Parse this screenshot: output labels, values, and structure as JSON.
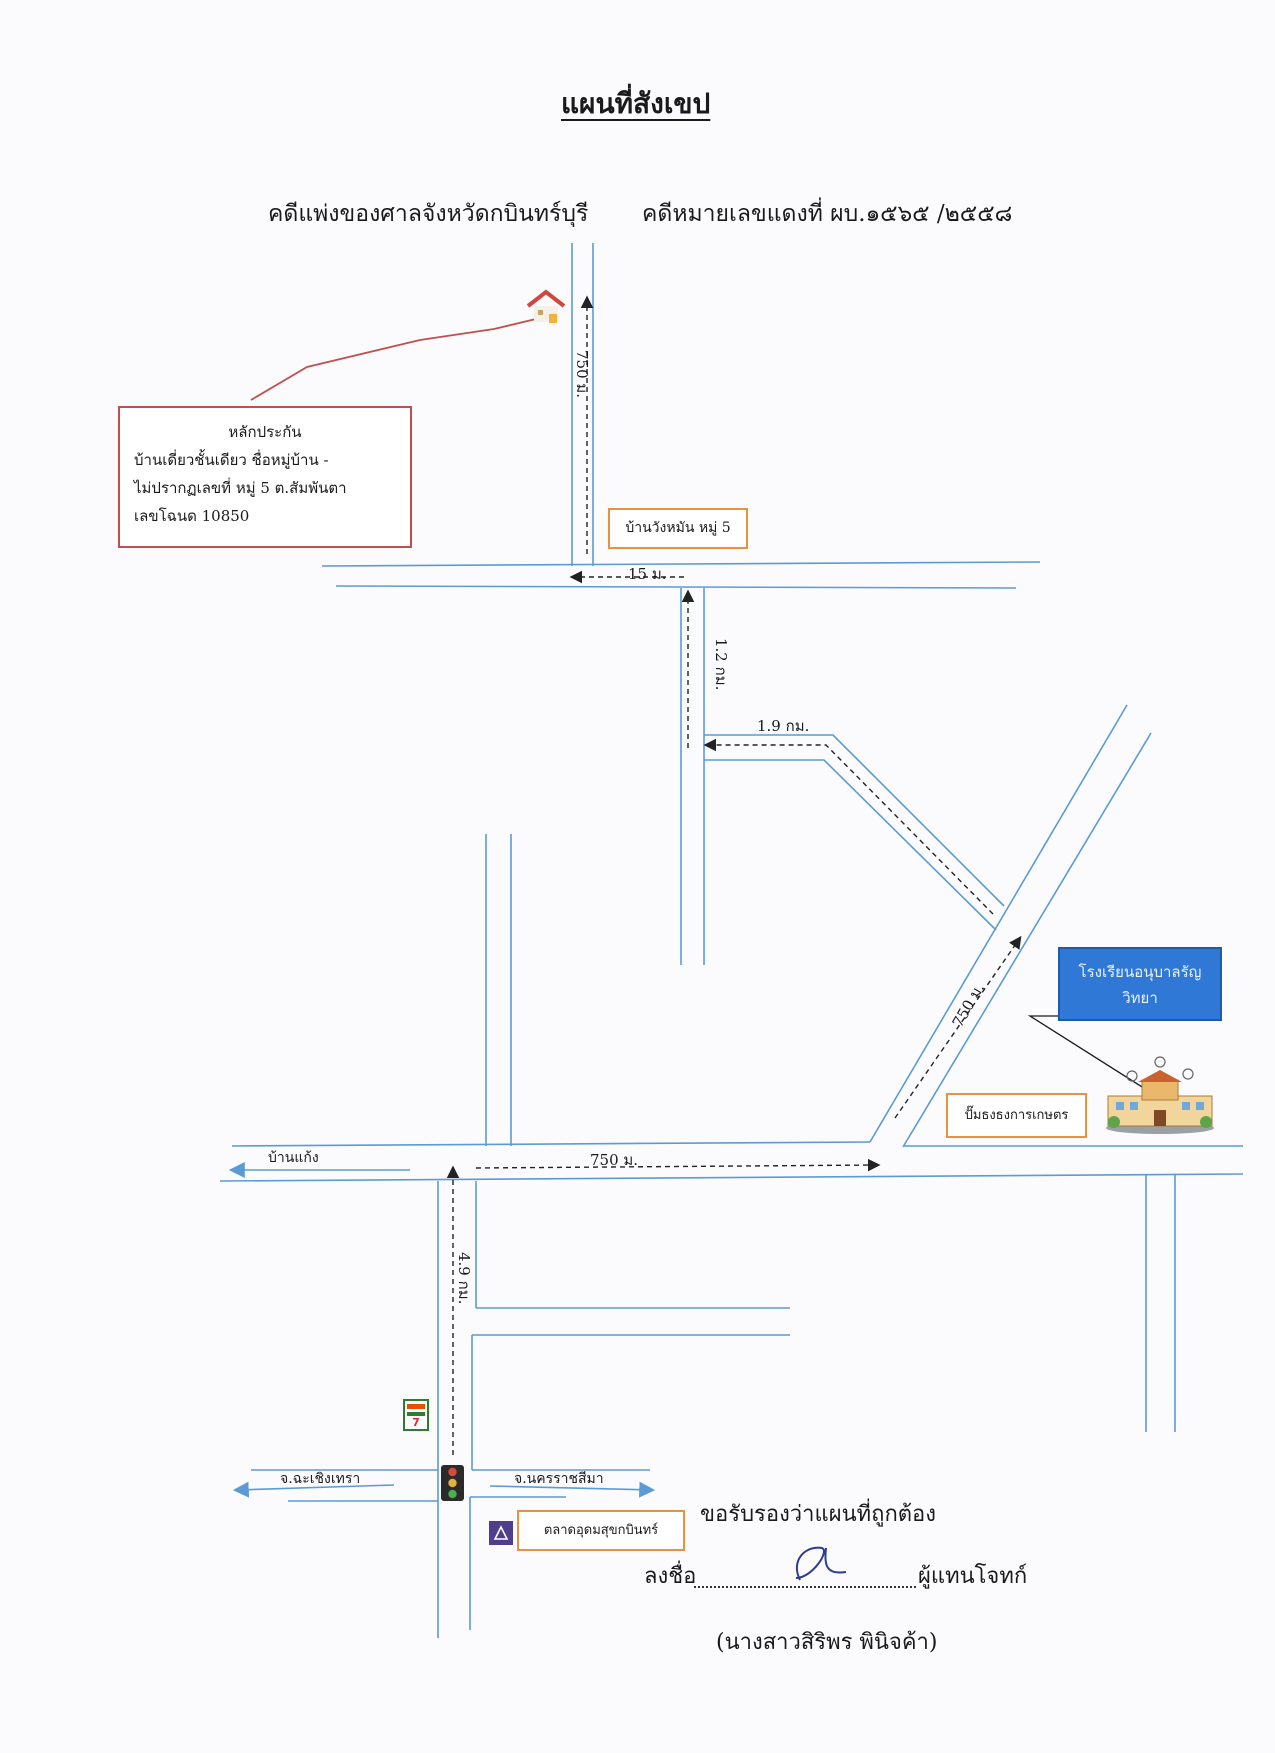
{
  "title": "แผนที่สังเขป",
  "case": {
    "court": "คดีแพ่งของศาลจังหวัดกบินทร์บุรี",
    "number": "คดีหมายเลขแดงที่  ผบ.๑๕๖๕ /๒๕๕๘"
  },
  "collateral": {
    "heading": "หลักประกัน",
    "line1": "บ้านเดี่ยวชั้นเดียว  ชื่อหมู่บ้าน -",
    "line2": "ไม่ปรากฏเลขที่   หมู่ 5  ต.สัมพันตา",
    "line3": "เลขโฉนด  10850"
  },
  "places": {
    "village": "บ้านวังหมัน หมู่ 5",
    "school": [
      "โรงเรียนอนุบาลรัญ",
      "วิทยา"
    ],
    "bank": "ปั๊มธงธงการเกษตร",
    "market": "ตลาดอุดมสุขกบินทร์",
    "store_logo": "7-ELEVEN"
  },
  "roads": {
    "west_to_baan": "บ้านแก้ง",
    "to_chachoengsao": "จ.ฉะเชิงเทรา",
    "to_nakhonratchasima": "จ.นครราชสีมา"
  },
  "distances": {
    "d_750_top": "750 ม.",
    "d_15": "15 ม.",
    "d_1_2": "1.2 กม.",
    "d_1_9": "1.9 กม.",
    "d_750_diag": "750 ม.",
    "d_750_main": "750 ม.",
    "d_4_9": "4.9 กม."
  },
  "footer": {
    "certify": "ขอรับรองว่าแผนที่ถูกต้อง",
    "sign_label": "ลงชื่อ",
    "representative": "ผู้แทนโจทก์",
    "signer": "(นางสาวสิริพร พินิจค้า)"
  },
  "colors": {
    "road": "#5b9bd5",
    "route": "#222222",
    "pointer": "#c0504d",
    "box_orange": "#e8923f",
    "school_blue": "#2f78d5"
  },
  "icons": [
    "house-icon",
    "school-building-icon",
    "traffic-light-icon",
    "seven-eleven-icon",
    "bank-logo-icon",
    "signature-mark"
  ]
}
